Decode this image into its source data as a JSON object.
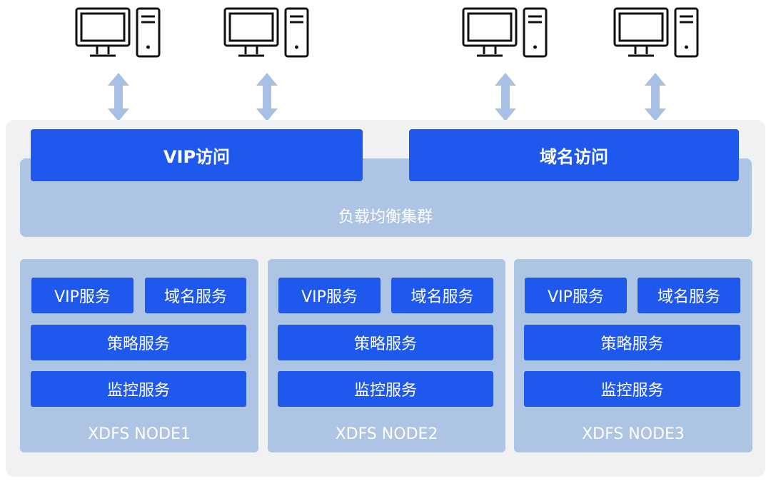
{
  "colors": {
    "service_blue": "#1f58ec",
    "panel_light_blue": "#aec4e5",
    "background_gray": "#f0f1f3",
    "arrow_blue": "#a9c0e6"
  },
  "clients": [
    {
      "icon": "computer-icon"
    },
    {
      "icon": "computer-icon"
    },
    {
      "icon": "computer-icon"
    },
    {
      "icon": "computer-icon"
    }
  ],
  "access": {
    "vip": "VIP访问",
    "domain": "域名访问"
  },
  "load_balancer": {
    "label": "负载均衡集群"
  },
  "nodes": [
    {
      "name": "XDFS NODE1",
      "vip_service": "VIP服务",
      "domain_service": "域名服务",
      "policy_service": "策略服务",
      "monitor_service": "监控服务"
    },
    {
      "name": "XDFS NODE2",
      "vip_service": "VIP服务",
      "domain_service": "域名服务",
      "policy_service": "策略服务",
      "monitor_service": "监控服务"
    },
    {
      "name": "XDFS NODE3",
      "vip_service": "VIP服务",
      "domain_service": "域名服务",
      "policy_service": "策略服务",
      "monitor_service": "监控服务"
    }
  ]
}
